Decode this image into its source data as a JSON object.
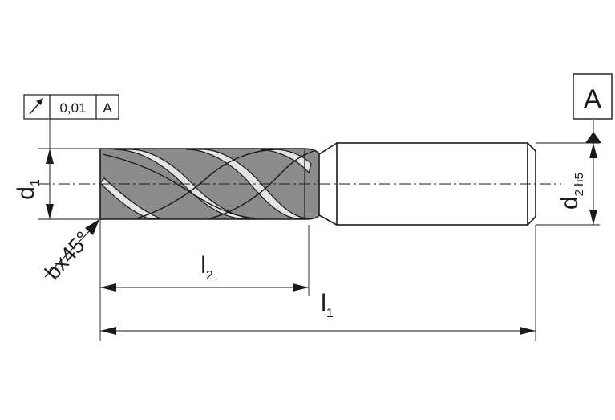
{
  "tolerance_frame": {
    "symbol_icon": "circular-runout-arrow-icon",
    "value": "0,01",
    "datum": "A"
  },
  "datum_box": {
    "label": "A"
  },
  "dimensions": {
    "d1": {
      "main": "d",
      "sub": "1"
    },
    "d2": {
      "main": "d",
      "sub": "2 h5"
    },
    "l1": {
      "main": "l",
      "sub": "1"
    },
    "l2": {
      "main": "l",
      "sub": "2"
    },
    "chamfer": "bx45°"
  },
  "colors": {
    "line": "#1a1a1a",
    "flute_fill": "#8c8c8c",
    "flute_groove": "#e4e4e4",
    "shank_fill": "#ffffff"
  }
}
